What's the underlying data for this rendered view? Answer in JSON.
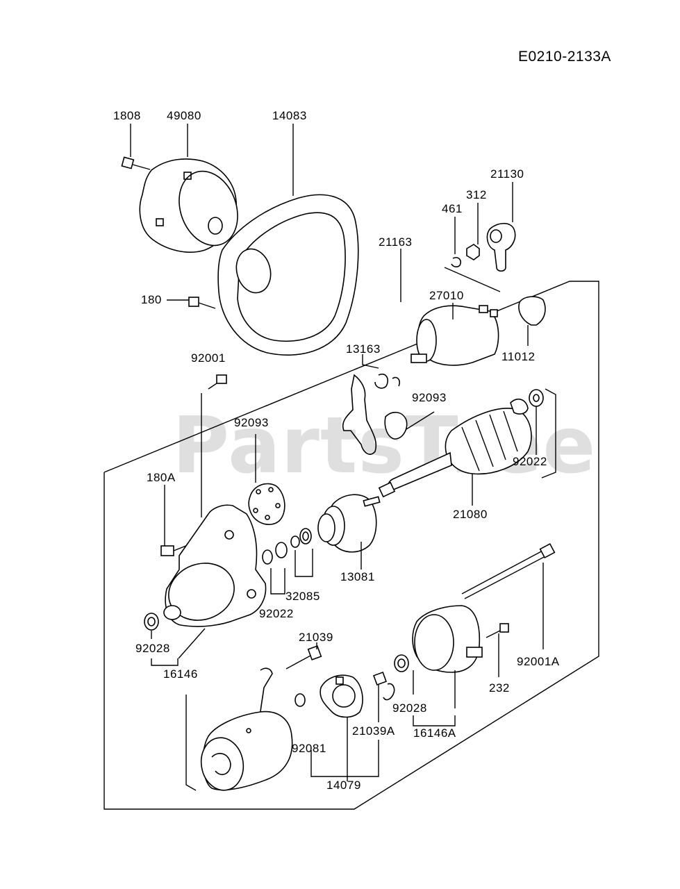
{
  "diagram_code": "E0210-2133A",
  "watermark": "PartsTree",
  "part_labels": {
    "p1808": "1808",
    "p49080": "49080",
    "p14083": "14083",
    "p21130": "21130",
    "p312": "312",
    "p461": "461",
    "p21163": "21163",
    "p180": "180",
    "p27010": "27010",
    "p11012": "11012",
    "p13163": "13163",
    "p92001": "92001",
    "p92093a": "92093",
    "p92093b": "92093",
    "p92022a": "92022",
    "p180A": "180A",
    "p21080": "21080",
    "p13081": "13081",
    "p32085": "32085",
    "p92022b": "92022",
    "p92028a": "92028",
    "p16146": "16146",
    "p21039": "21039",
    "p92001A": "92001A",
    "p232": "232",
    "p92028b": "92028",
    "p16146A": "16146A",
    "p21039A": "21039A",
    "p92081": "92081",
    "p14079": "14079"
  }
}
